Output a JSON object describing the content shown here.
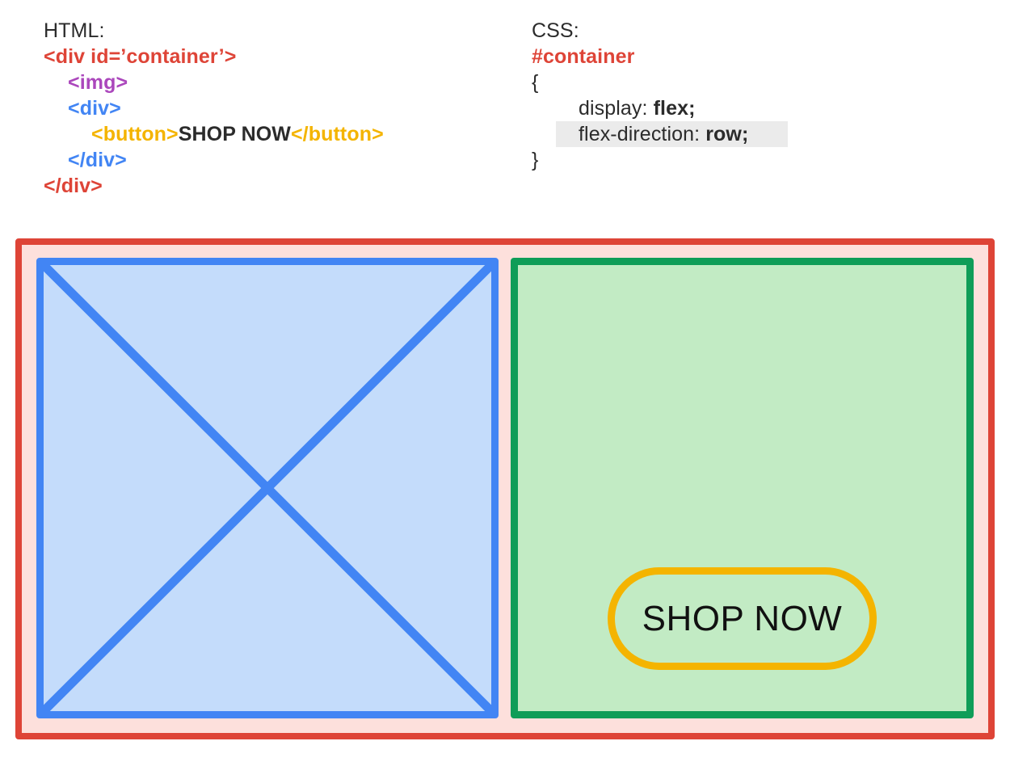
{
  "colors": {
    "container": "#de4437",
    "container_fill": "#fde0dc",
    "img": "#4285f4",
    "img_fill": "#c4dcfb",
    "img_tag": "#ab47bc",
    "div": "#0f9d58",
    "div_fill": "#c2ebc4",
    "div_tag": "#4285f4",
    "button": "#f4b400",
    "highlight": "#ebebeb"
  },
  "html_code": {
    "heading": "HTML:",
    "line1": "<div id=’container’>",
    "line2": "<img>",
    "line3": "<div>",
    "line4_open": "<button>",
    "line4_text": "SHOP NOW",
    "line4_close": "</button>",
    "line5": "</div>",
    "line6": "</div>"
  },
  "css_code": {
    "heading": "CSS:",
    "selector": "#container",
    "open_brace": "{",
    "prop1_name": "display: ",
    "prop1_value": "flex;",
    "prop2_name": "flex-direction: ",
    "prop2_value": "row;",
    "close_brace": "}"
  },
  "diagram": {
    "button_label": "SHOP NOW",
    "img_icon": "image-placeholder-icon"
  }
}
